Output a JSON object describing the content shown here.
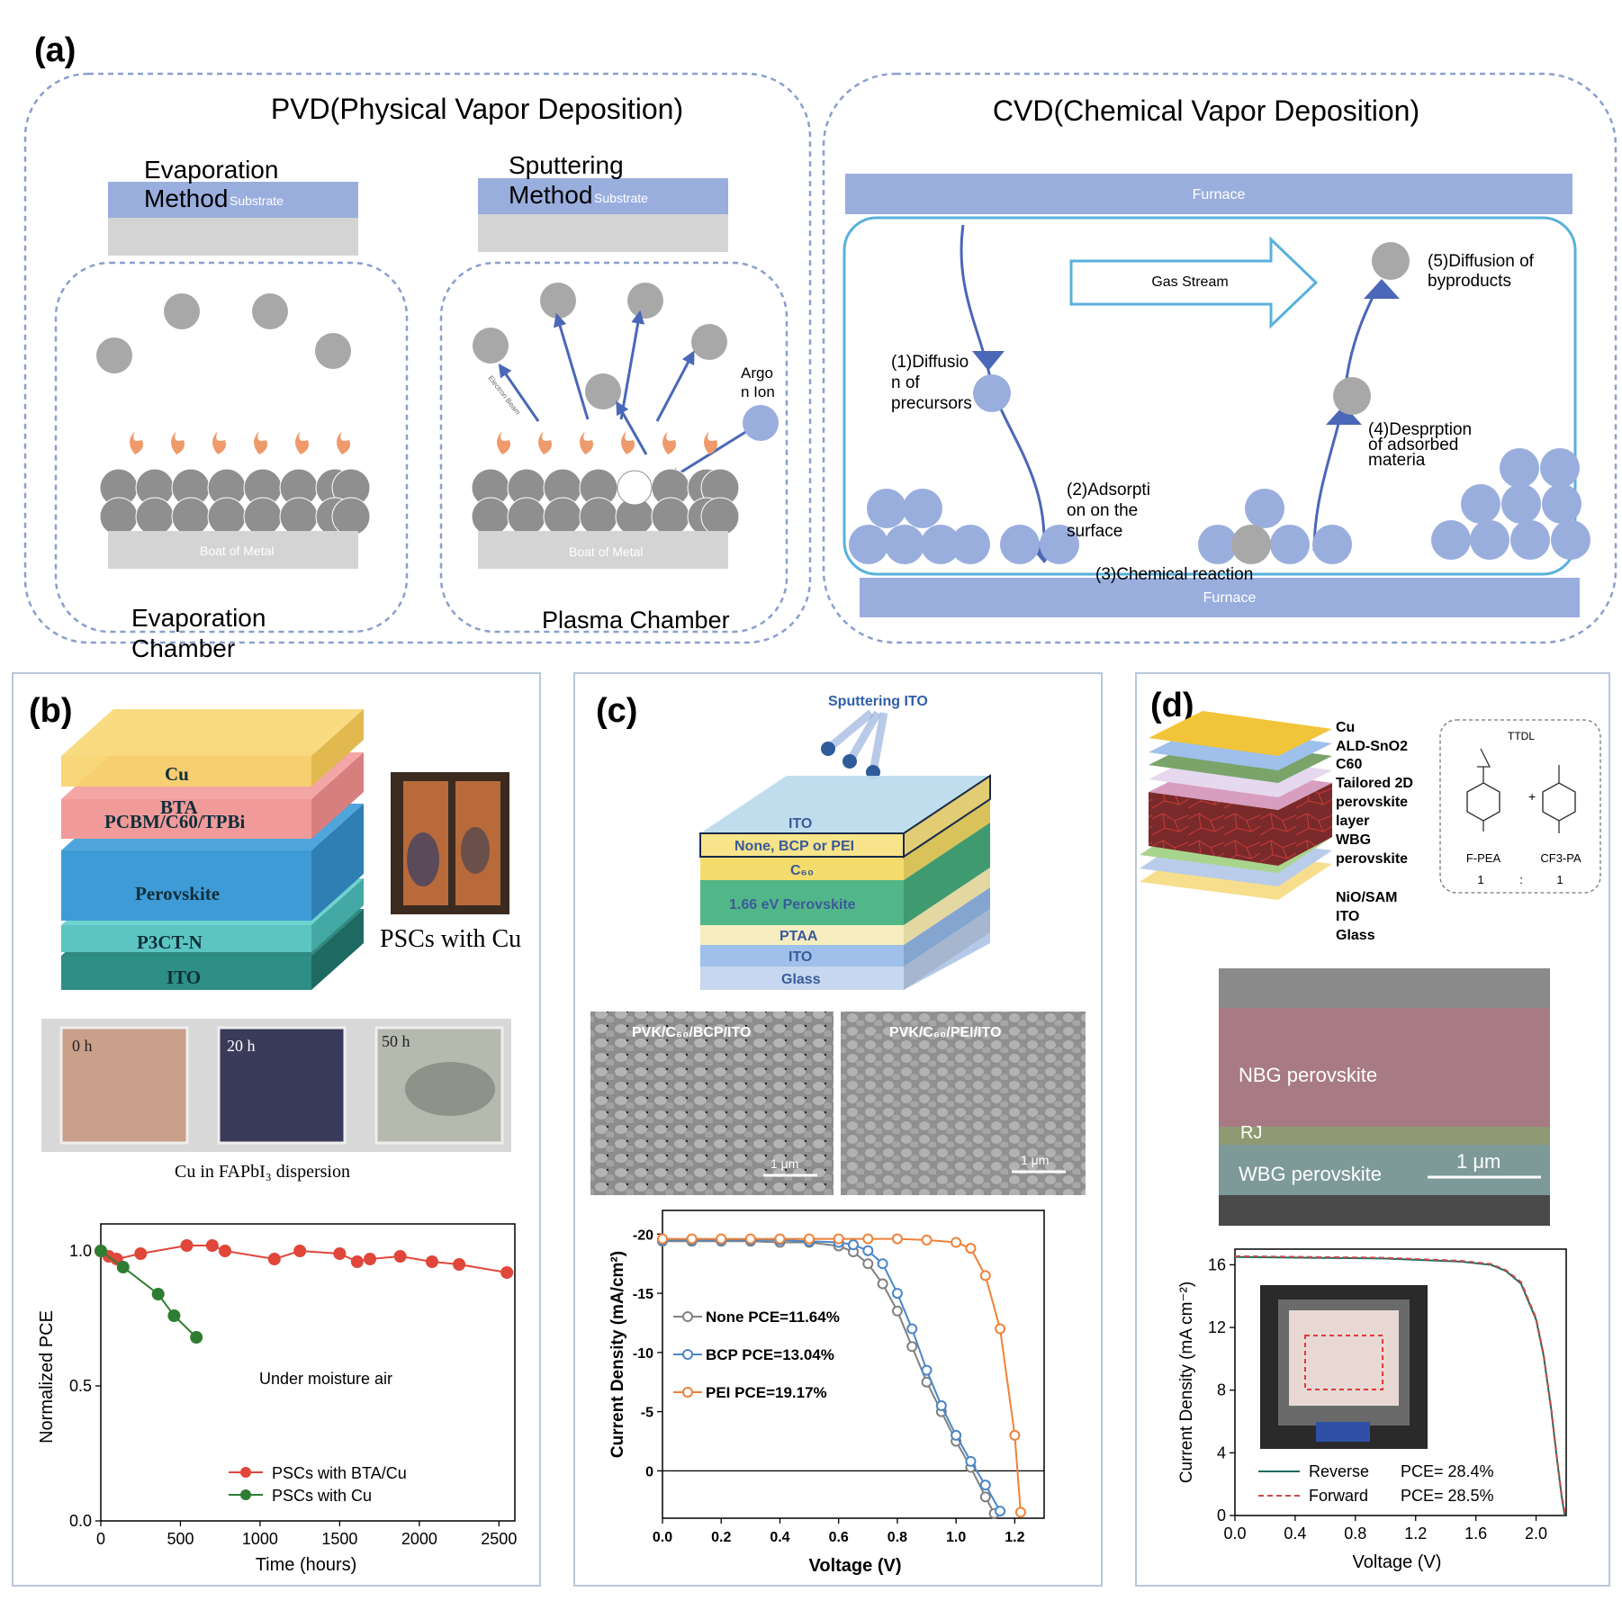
{
  "colors": {
    "dash": "#8a9fcc",
    "blue": "#9aaede",
    "gray": "#a8a8a8",
    "arrow": "#4a67b8",
    "red": "#e0463a",
    "green": "#2e7d32",
    "orange": "#ef8138",
    "cblue": "#4a86c8"
  },
  "panel_a": {
    "label": "(a)",
    "pvd_title": "PVD(Physical Vapor Deposition)",
    "cvd_title": "CVD(Chemical Vapor Deposition)",
    "evap_method_1": "Evaporation",
    "evap_method_2": "Method",
    "sput_method_1": "Sputtering",
    "sput_method_2": "Method",
    "substrate": "Substrate",
    "boat": "Boat of Metal",
    "evap_chamber_1": "Evaporation",
    "evap_chamber_2": "Chamber",
    "plasma_chamber": "Plasma Chamber",
    "electron_beam": "Electron Beam",
    "argon_1": "Argo",
    "argon_2": "n Ion",
    "furnace": "Furnace",
    "gas_stream": "Gas Stream",
    "step1": [
      "(1)Diffusio",
      "n of",
      "precursors"
    ],
    "step2": [
      "(2)Adsorpti",
      "on on the",
      "surface"
    ],
    "step3": "(3)Chemical reaction",
    "step4": [
      "(4)Desprption",
      "of adsorbed",
      "materia"
    ],
    "step5": [
      "(5)Diffusion of",
      "byproducts"
    ]
  },
  "panel_b": {
    "label": "(b)",
    "layers": [
      "Cu",
      "BTA",
      "PCBM/C60/TPBi",
      "Perovskite",
      "P3CT-N",
      "ITO"
    ],
    "photo_caption": "PSCs with Cu",
    "times": [
      "0 h",
      "20 h",
      "50 h"
    ],
    "dispersion_caption": "Cu in FAPbI₃ dispersion"
  },
  "panel_c": {
    "label": "(c)",
    "sputter_label": "Sputtering ITO",
    "layers": [
      "ITO",
      "None, BCP or PEI",
      "C₆₀",
      "1.66 eV Perovskite",
      "PTAA",
      "ITO",
      "Glass"
    ],
    "sem1_label": "PVK/C₆₀/BCP/ITO",
    "sem2_label": "PVK/C₆₀/PEI/ITO",
    "scale": "1 μm"
  },
  "panel_d": {
    "label": "(d)",
    "layers": [
      "Cu",
      "ALD-SnO2",
      "C60",
      "Tailored 2D",
      "perovskite",
      "layer",
      "WBG",
      "perovskite",
      "NiO/SAM",
      "ITO",
      "Glass"
    ],
    "mol_title": "TTDL",
    "mol1": "F-PEA",
    "mol2": "CF3-PA",
    "ratio": [
      "1",
      ":",
      "1"
    ],
    "sem_nbg": "NBG perovskite",
    "sem_rj": "RJ",
    "sem_wbg": "WBG perovskite",
    "sem_scale": "1 μm"
  },
  "chart_data": [
    {
      "type": "line",
      "xlabel": "Time (hours)",
      "ylabel": "Normalized PCE",
      "xlim": [
        0,
        2600
      ],
      "ylim": [
        0,
        1.1
      ],
      "xticks": [
        0,
        500,
        1000,
        1500,
        2000,
        2500
      ],
      "yticks": [
        0.0,
        0.5,
        1.0
      ],
      "annotation": "Under moisture air",
      "legend_position": "bottom-right",
      "series": [
        {
          "name": "PSCs with BTA/Cu",
          "x": [
            0,
            50,
            100,
            250,
            540,
            700,
            780,
            1090,
            1250,
            1500,
            1610,
            1690,
            1880,
            2080,
            2250,
            2550
          ],
          "y": [
            1.0,
            0.98,
            0.97,
            0.99,
            1.02,
            1.02,
            1.0,
            0.97,
            1.0,
            0.99,
            0.96,
            0.97,
            0.98,
            0.96,
            0.95,
            0.92
          ]
        },
        {
          "name": "PSCs with Cu",
          "x": [
            0,
            140,
            360,
            460,
            600
          ],
          "y": [
            1.0,
            0.94,
            0.84,
            0.76,
            0.68
          ]
        }
      ]
    },
    {
      "type": "line",
      "xlabel": "Voltage (V)",
      "ylabel": "Current Density (mA/cm²)",
      "xlim": [
        0,
        1.3
      ],
      "ylim": [
        4,
        -22
      ],
      "xticks": [
        0.0,
        0.2,
        0.4,
        0.6,
        0.8,
        1.0,
        1.2
      ],
      "yticks": [
        0,
        -5,
        -10,
        -15,
        -20
      ],
      "legend_position": "middle-left",
      "series": [
        {
          "name": "None PCE=11.64%",
          "x": [
            0,
            0.1,
            0.2,
            0.3,
            0.4,
            0.5,
            0.6,
            0.65,
            0.7,
            0.75,
            0.8,
            0.85,
            0.9,
            0.95,
            1.0,
            1.05,
            1.1,
            1.13
          ],
          "y": [
            -19.4,
            -19.4,
            -19.4,
            -19.4,
            -19.3,
            -19.3,
            -19,
            -18.5,
            -17.5,
            -15.8,
            -13.5,
            -10.5,
            -7.5,
            -5,
            -2.5,
            -0.3,
            2.2,
            3.6
          ]
        },
        {
          "name": "BCP PCE=13.04%",
          "x": [
            0,
            0.1,
            0.2,
            0.3,
            0.4,
            0.5,
            0.6,
            0.65,
            0.7,
            0.75,
            0.8,
            0.85,
            0.9,
            0.95,
            1.0,
            1.05,
            1.1,
            1.15
          ],
          "y": [
            -19.5,
            -19.5,
            -19.5,
            -19.5,
            -19.5,
            -19.4,
            -19.3,
            -19.1,
            -18.6,
            -17.5,
            -15,
            -12,
            -8.5,
            -5.5,
            -3,
            -0.8,
            1.2,
            3.4
          ]
        },
        {
          "name": "PEI PCE=19.17%",
          "x": [
            0,
            0.1,
            0.2,
            0.3,
            0.4,
            0.5,
            0.6,
            0.7,
            0.8,
            0.9,
            1.0,
            1.05,
            1.1,
            1.15,
            1.2,
            1.22
          ],
          "y": [
            -19.6,
            -19.6,
            -19.6,
            -19.6,
            -19.6,
            -19.6,
            -19.6,
            -19.6,
            -19.6,
            -19.5,
            -19.3,
            -18.8,
            -16.5,
            -12,
            -3,
            3.5
          ]
        }
      ]
    },
    {
      "type": "line",
      "xlabel": "Voltage (V)",
      "ylabel": "Current Density (mA cm⁻²)",
      "xlim": [
        0,
        2.2
      ],
      "ylim": [
        0,
        17
      ],
      "xticks": [
        0.0,
        0.4,
        0.8,
        1.2,
        1.6,
        2.0
      ],
      "yticks": [
        0,
        4,
        8,
        12,
        16
      ],
      "legend_position": "bottom-left",
      "series": [
        {
          "name": "Reverse",
          "pce_label": "PCE= 28.4%",
          "x": [
            0,
            0.5,
            1.0,
            1.5,
            1.7,
            1.8,
            1.9,
            2.0,
            2.05,
            2.1,
            2.14,
            2.17,
            2.19
          ],
          "y": [
            16.5,
            16.45,
            16.4,
            16.2,
            16.0,
            15.6,
            14.8,
            12.5,
            10.2,
            6.8,
            3.5,
            1.2,
            0
          ]
        },
        {
          "name": "Forward",
          "pce_label": "PCE= 28.5%",
          "x": [
            0,
            0.5,
            1.0,
            1.5,
            1.7,
            1.8,
            1.9,
            2.0,
            2.05,
            2.1,
            2.14,
            2.17,
            2.195
          ],
          "y": [
            16.55,
            16.5,
            16.45,
            16.25,
            16.05,
            15.65,
            14.9,
            12.6,
            10.3,
            6.9,
            3.6,
            1.3,
            0
          ]
        }
      ]
    }
  ]
}
